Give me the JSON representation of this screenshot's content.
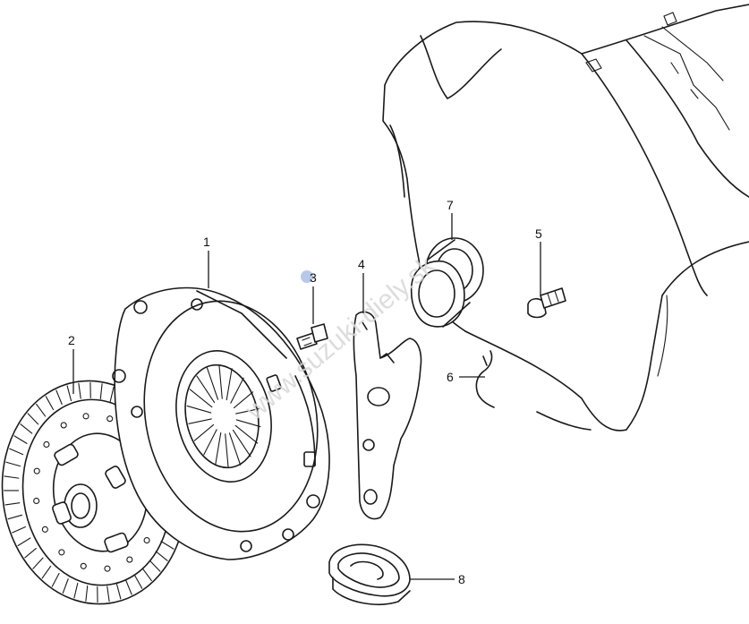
{
  "watermark": "www.suzuki-diely.sk",
  "colors": {
    "line": "#1a1a1a",
    "background": "#ffffff",
    "hotspot": "#b8c8e8",
    "watermark": "#d8d8d8"
  },
  "callouts": [
    {
      "id": "1",
      "label": "1"
    },
    {
      "id": "2",
      "label": "2"
    },
    {
      "id": "3",
      "label": "3"
    },
    {
      "id": "4",
      "label": "4"
    },
    {
      "id": "5",
      "label": "5"
    },
    {
      "id": "6",
      "label": "6"
    },
    {
      "id": "7",
      "label": "7"
    },
    {
      "id": "8",
      "label": "8"
    }
  ]
}
